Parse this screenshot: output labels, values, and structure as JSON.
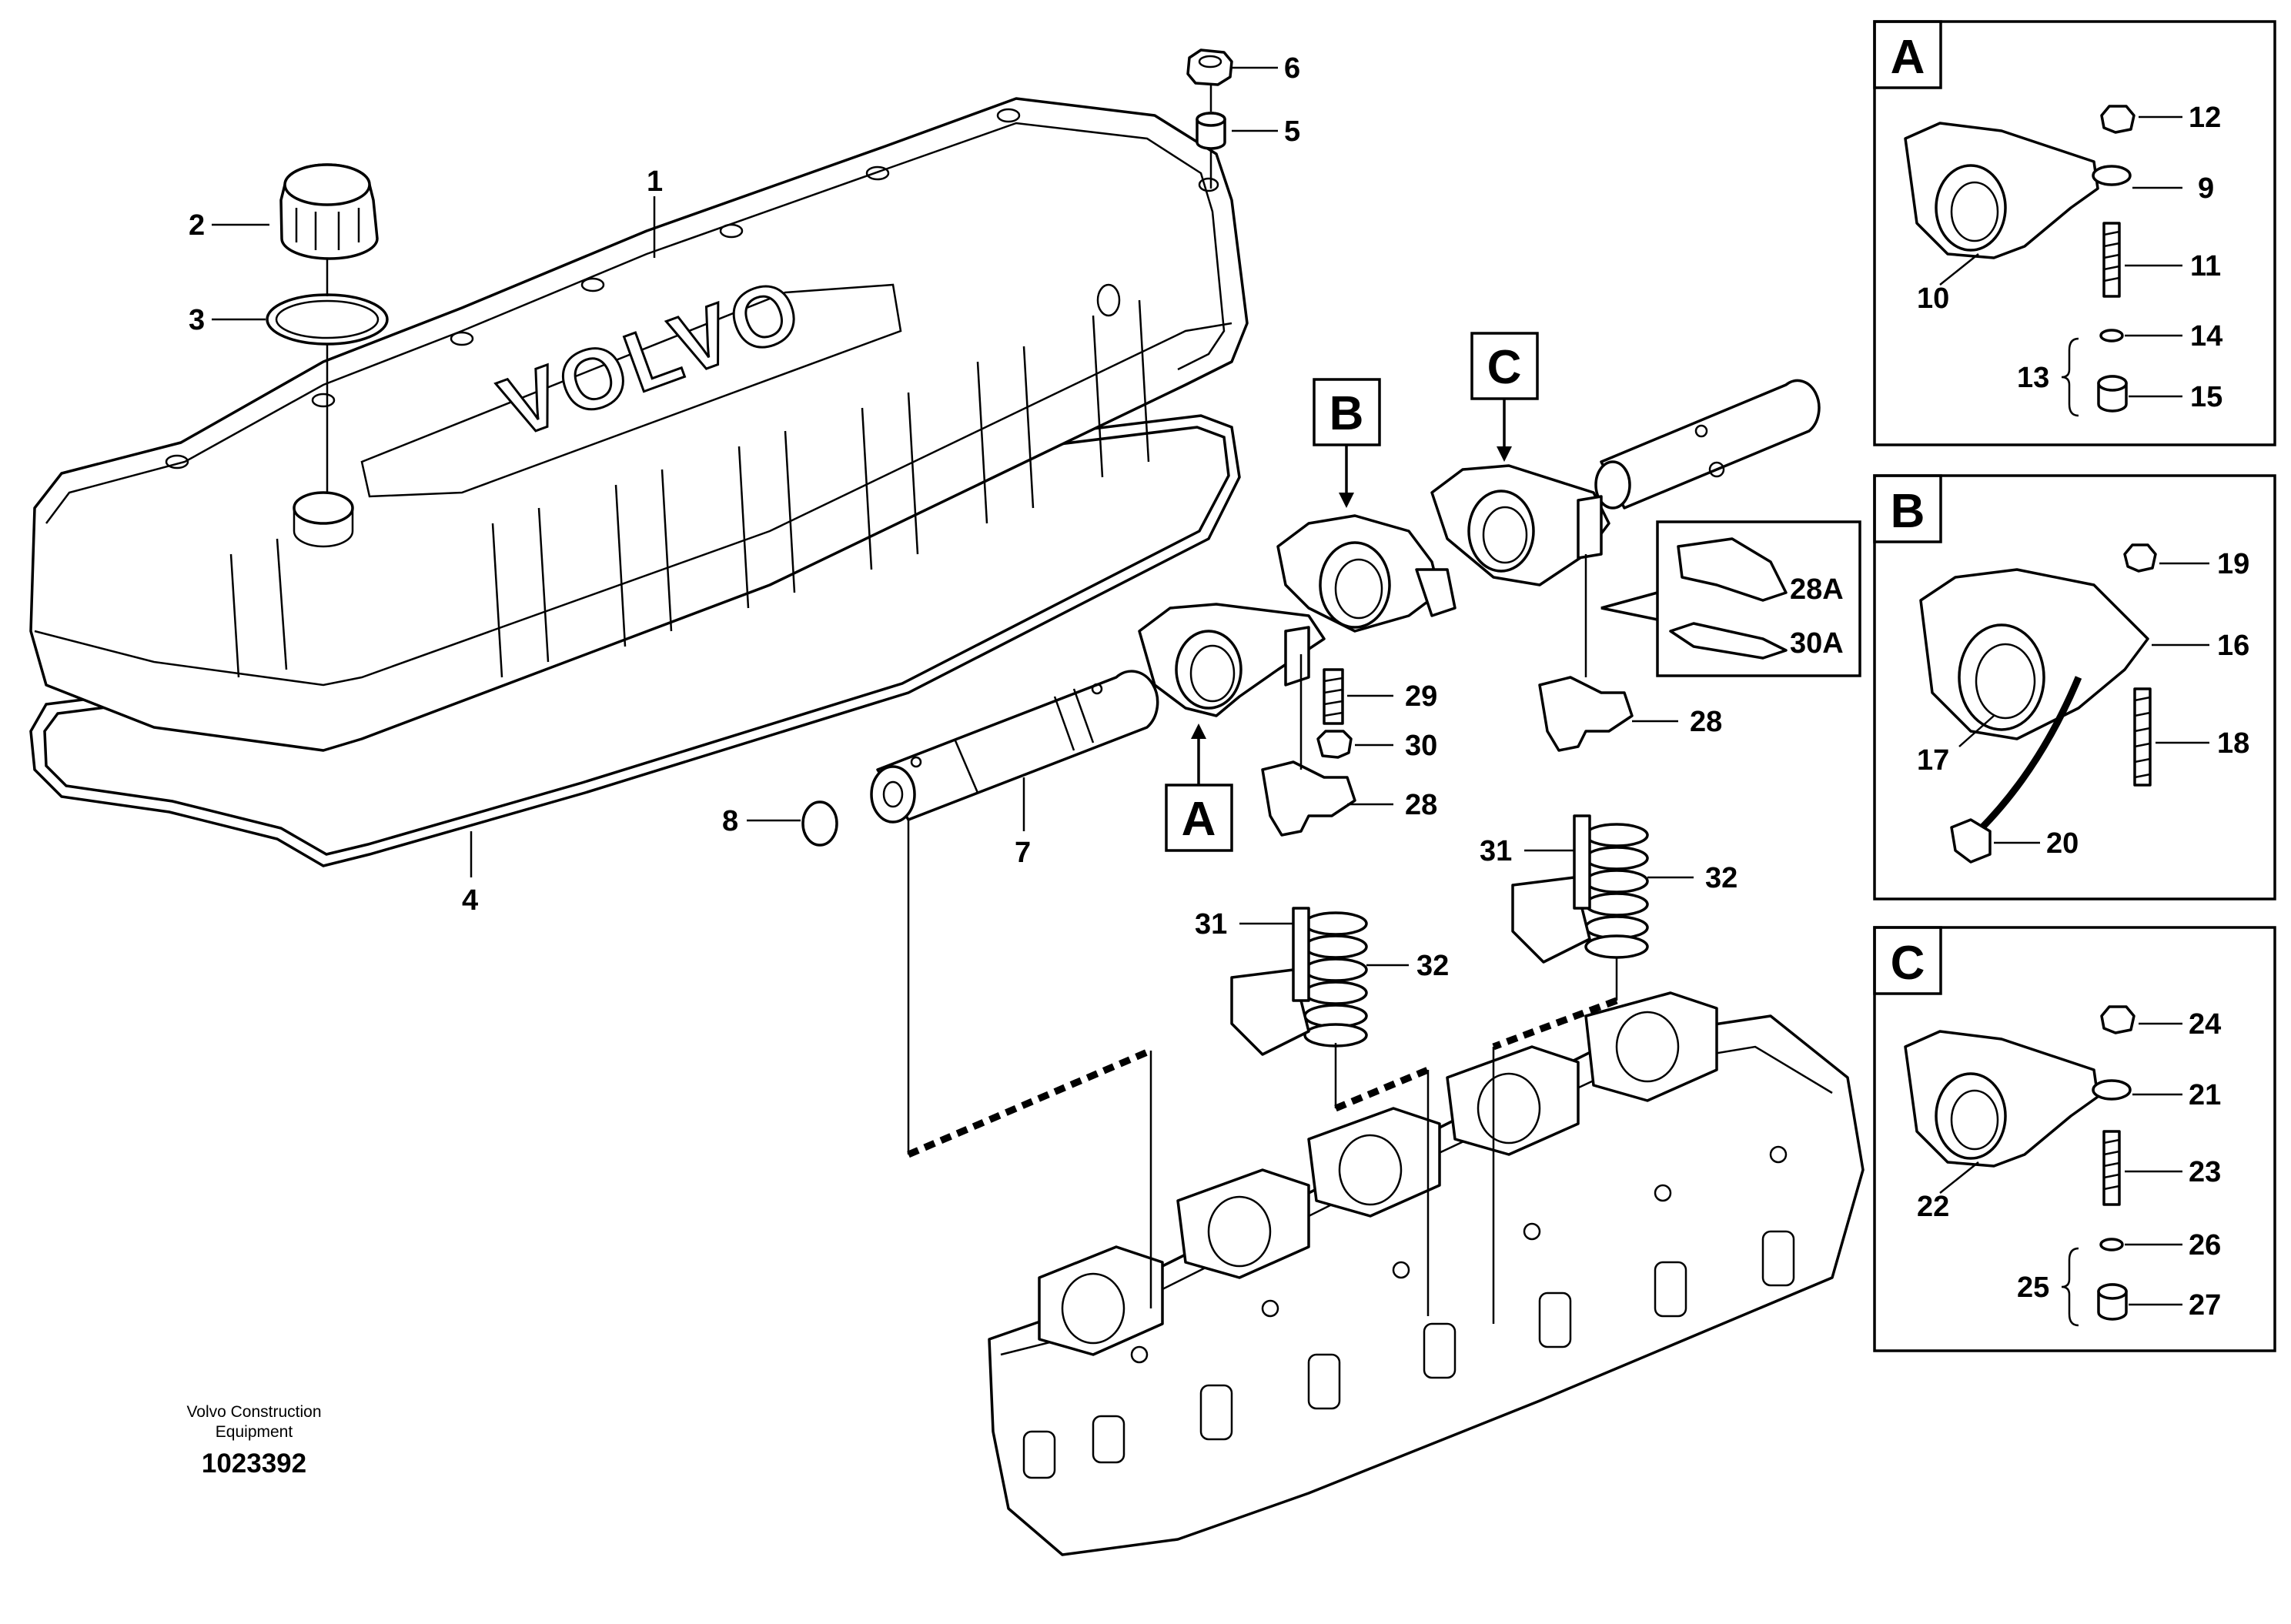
{
  "cover": {
    "brand_text": "VOLVO"
  },
  "credit": {
    "line1": "Volvo Construction",
    "line2": "Equipment",
    "drawing_number": "1023392"
  },
  "main_labels": {
    "l1": "1",
    "l2": "2",
    "l3": "3",
    "l4": "4",
    "l5": "5",
    "l6": "6",
    "l7": "7",
    "l8": "8",
    "l28a": "28",
    "l28b": "28",
    "l29": "29",
    "l30": "30",
    "l31a": "31",
    "l31b": "31",
    "l32a": "32",
    "l32b": "32",
    "l28A": "28A",
    "l30A": "30A"
  },
  "view_tags": {
    "a": "A",
    "b": "B",
    "c": "C"
  },
  "detail_a": {
    "tag": "A",
    "l9": "9",
    "l10": "10",
    "l11": "11",
    "l12": "12",
    "l13": "13",
    "l14": "14",
    "l15": "15"
  },
  "detail_b": {
    "tag": "B",
    "l16": "16",
    "l17": "17",
    "l18": "18",
    "l19": "19",
    "l20": "20"
  },
  "detail_c": {
    "tag": "C",
    "l21": "21",
    "l22": "22",
    "l23": "23",
    "l24": "24",
    "l25": "25",
    "l26": "26",
    "l27": "27"
  }
}
